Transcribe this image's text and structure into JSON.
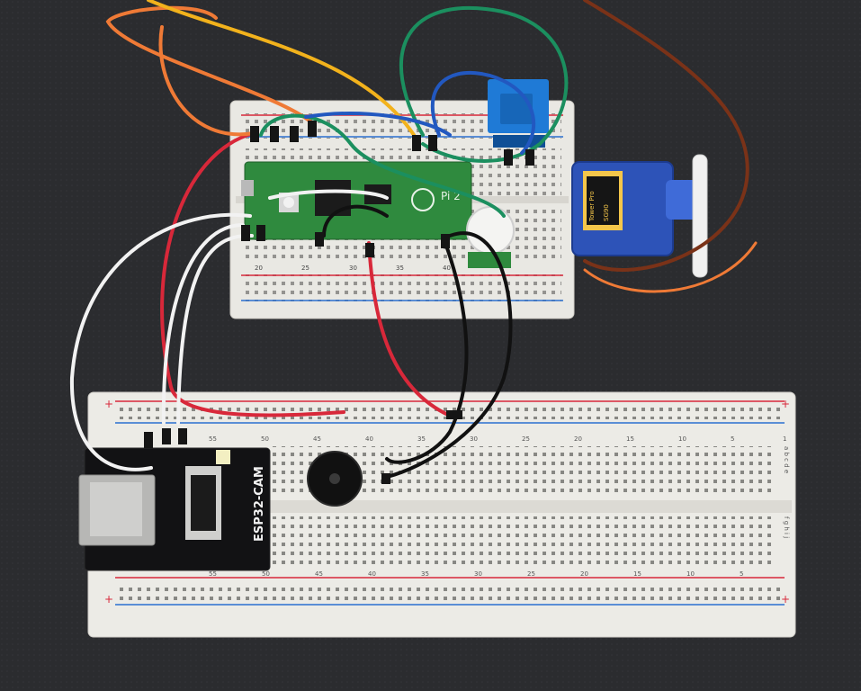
{
  "photo": {
    "esp32_label": "ESP32-CAM",
    "pico_label": "Pi 2",
    "servo_brand": "Tower Pro",
    "servo_model": "SG90",
    "upper_board_numbers": [
      "20",
      "25",
      "30",
      "35",
      "40"
    ],
    "lower_board_top_numbers": [
      "55",
      "50",
      "45",
      "40",
      "35",
      "30",
      "25",
      "20",
      "15",
      "10",
      "5",
      "1"
    ],
    "lower_board_bottom_numbers": [
      "55",
      "50",
      "45",
      "40",
      "35",
      "30",
      "25",
      "20",
      "15",
      "10",
      "5"
    ],
    "rail_plus": "+",
    "rail_minus": "−",
    "row_letters_top": "a b c d e",
    "row_letters_bottom": "f g h i j"
  },
  "colors": {
    "table": "#2b2c2f",
    "breadboard": "#ecebe6",
    "pico_green": "#2f8a3e",
    "servo_blue": "#2d53b8",
    "esp32_black": "#121214",
    "wire_red": "#d8283a",
    "wire_orange": "#ef7a36",
    "wire_yellow": "#f2b21c",
    "wire_green": "#1b8f5f",
    "wire_blue": "#2258c0",
    "wire_white": "#f2f2f2",
    "wire_black": "#111111",
    "wire_brown": "#7a3218"
  }
}
